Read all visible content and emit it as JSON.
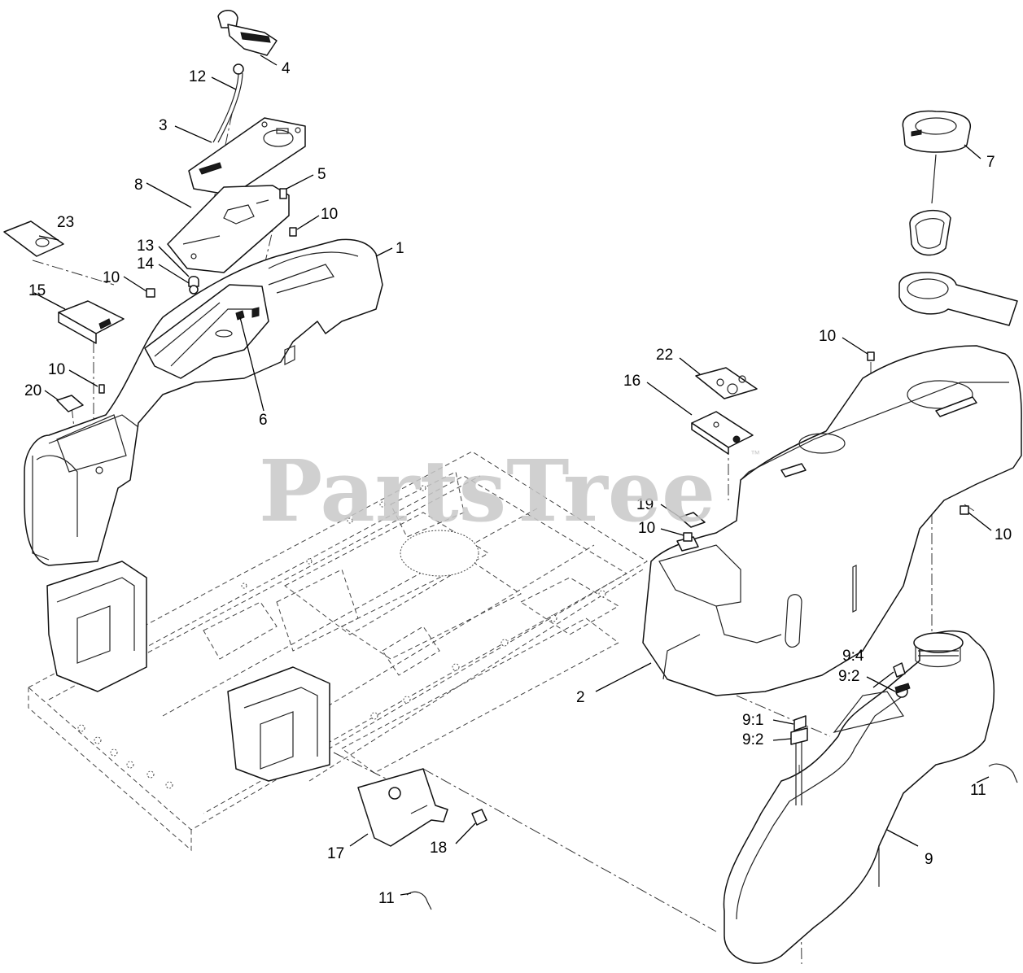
{
  "watermark": {
    "text": "PartsTree",
    "trademark": "™"
  },
  "callouts": {
    "c1": "1",
    "c2": "2",
    "c3": "3",
    "c4": "4",
    "c5": "5",
    "c6": "6",
    "c7": "7",
    "c8": "8",
    "c9": "9",
    "c9_1": "9:1",
    "c9_2a": "9:2",
    "c9_2b": "9:2",
    "c9_4": "9:4",
    "c10a": "10",
    "c10b": "10",
    "c10c": "10",
    "c10d": "10",
    "c10e": "10",
    "c10f": "10",
    "c11a": "11",
    "c11b": "11",
    "c12": "12",
    "c13": "13",
    "c14": "14",
    "c15": "15",
    "c16": "16",
    "c17": "17",
    "c18": "18",
    "c19": "19",
    "c20": "20",
    "c22": "22",
    "c23": "23"
  }
}
